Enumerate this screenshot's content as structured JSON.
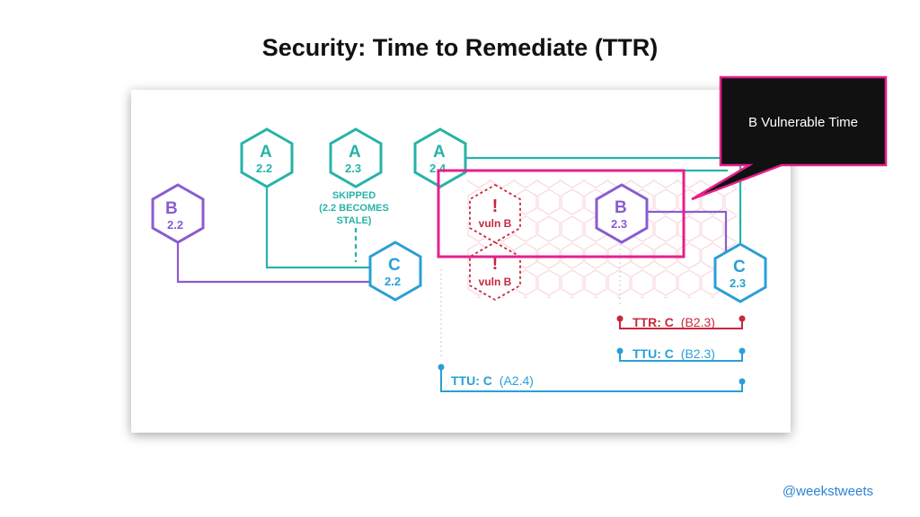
{
  "slide": {
    "title": "Security: Time to Remediate (TTR)",
    "handle": "@weekstweets"
  },
  "nodes": {
    "b22": {
      "letter": "B",
      "version": "2.2"
    },
    "a22": {
      "letter": "A",
      "version": "2.2"
    },
    "a23": {
      "letter": "A",
      "version": "2.3"
    },
    "a24": {
      "letter": "A",
      "version": "2.4"
    },
    "c22": {
      "letter": "C",
      "version": "2.2"
    },
    "b23": {
      "letter": "B",
      "version": "2.3"
    },
    "c23": {
      "letter": "C",
      "version": "2.3"
    },
    "vuln1": {
      "symbol": "!",
      "label": "vuln B"
    },
    "vuln2": {
      "symbol": "!",
      "label": "vuln B"
    }
  },
  "skipped_note": {
    "line1": "SKIPPED",
    "line2": "(2.2 BECOMES",
    "line3": "STALE)"
  },
  "measures": {
    "ttr": {
      "label": "TTR: C",
      "ref": "(B2.3)"
    },
    "ttu_b": {
      "label": "TTU: C",
      "ref": "(B2.3)"
    },
    "ttu_a": {
      "label": "TTU: C",
      "ref": "(A2.4)"
    }
  },
  "callout": {
    "text": "B Vulnerable Time"
  },
  "colors": {
    "teal": "#26b3a8",
    "purple": "#8a5ccf",
    "blue": "#2a9fd6",
    "red": "#c8283c",
    "magenta": "#e6208c",
    "callout_bg": "#111111"
  }
}
